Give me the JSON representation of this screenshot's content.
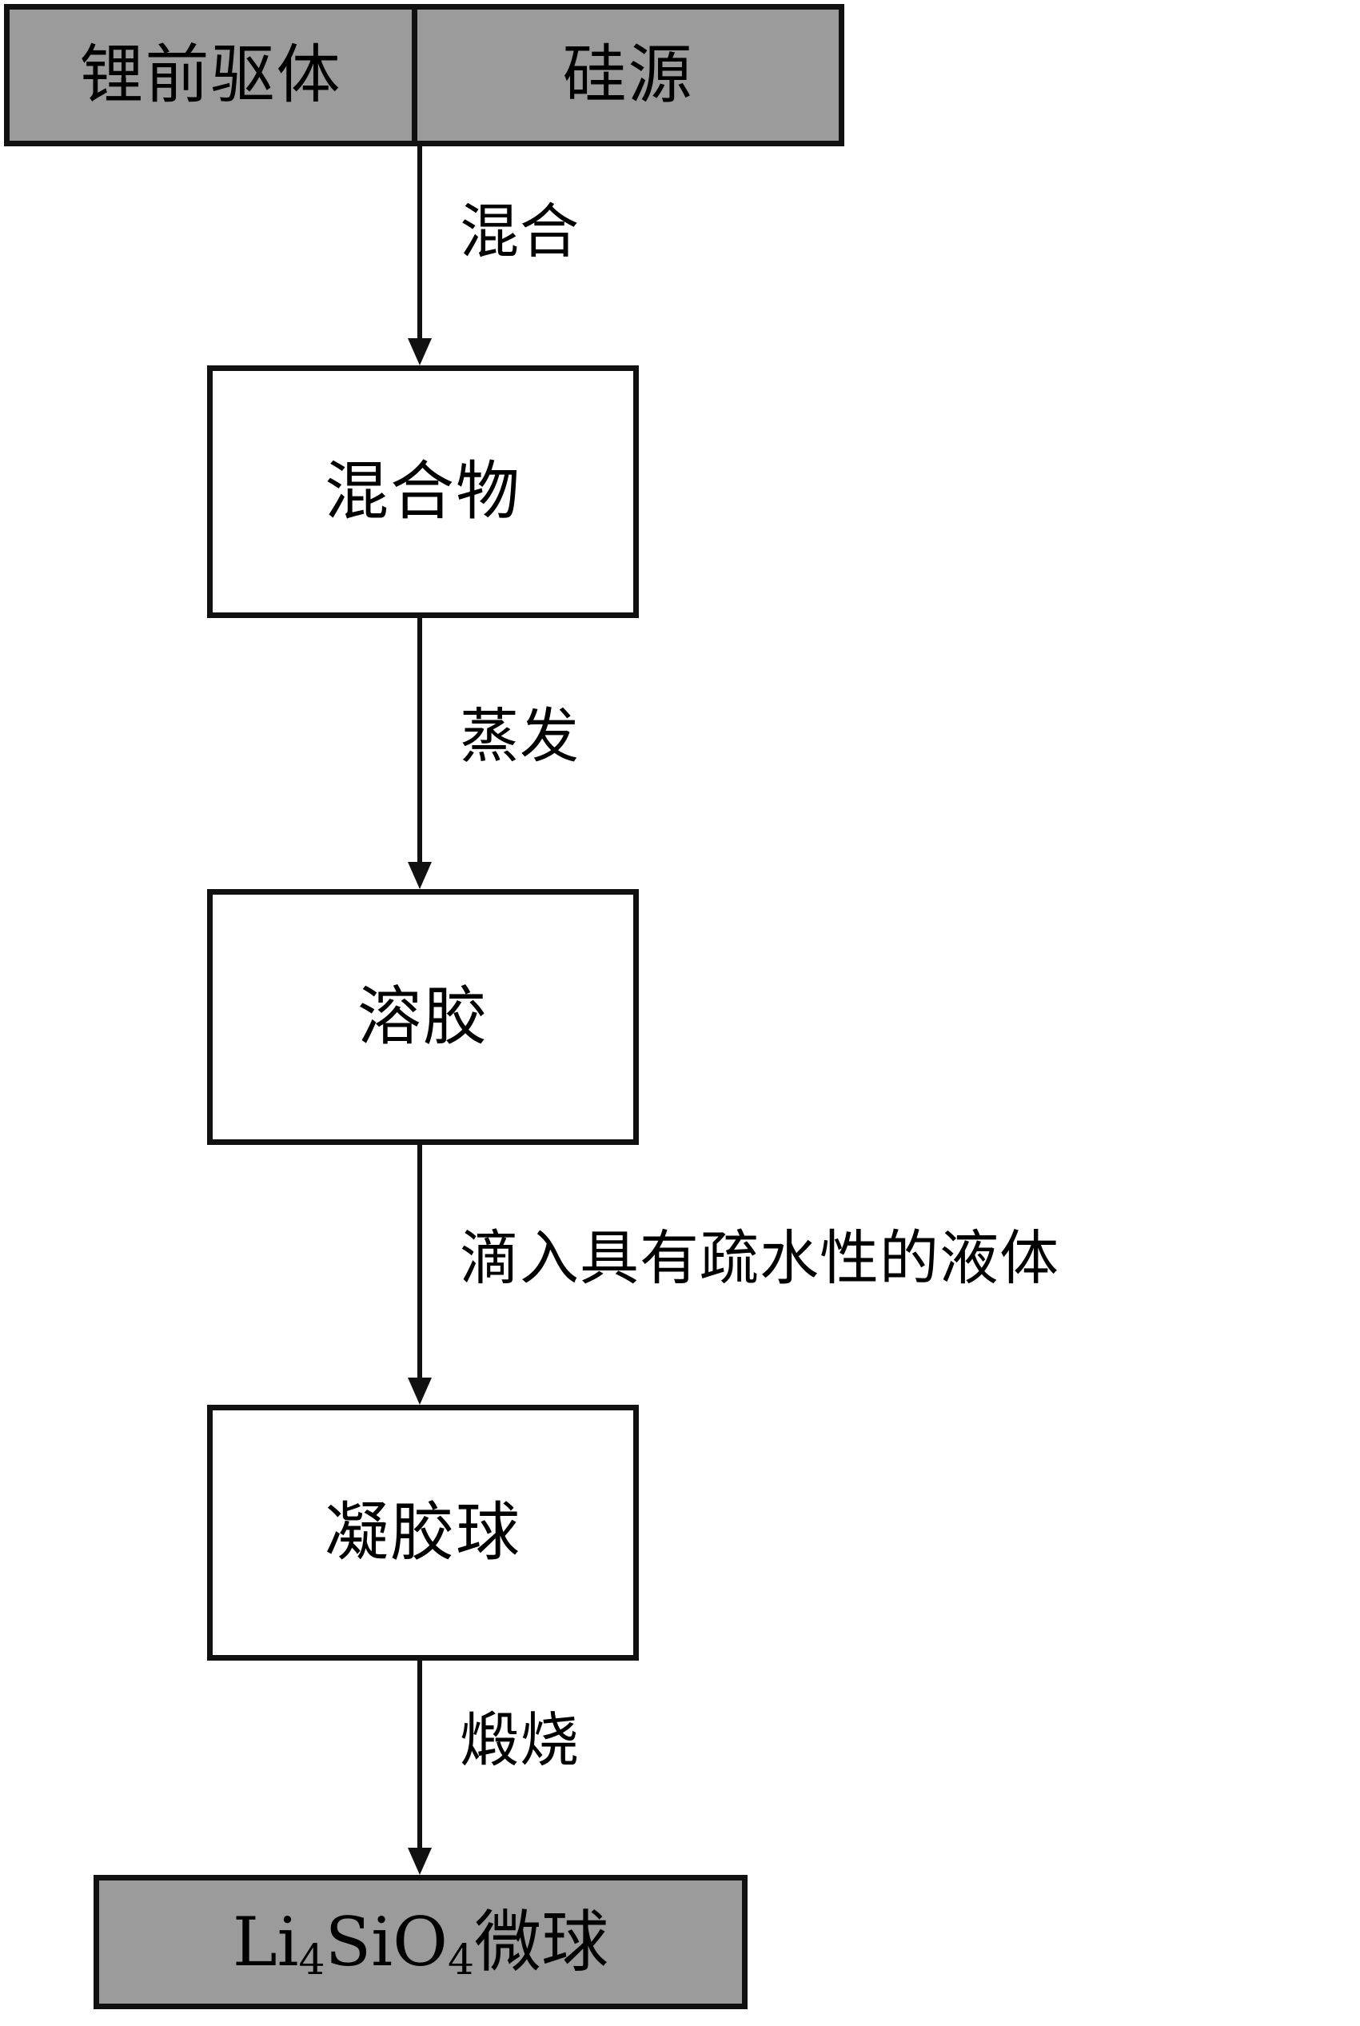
{
  "diagram": {
    "title": "Li4SiO4 microsphere preparation flow chart",
    "orientation": "top-to-bottom",
    "colors": {
      "shaded_fill": "#9b9b9b",
      "plain_fill": "#ffffff",
      "stroke": "#111111",
      "text": "#000000"
    },
    "inputs": [
      {
        "id": "lithium-precursor",
        "label": "锂前驱体",
        "shaded": true
      },
      {
        "id": "silicon-source",
        "label": "硅源",
        "shaded": true
      }
    ],
    "nodes": [
      {
        "id": "mixture",
        "label": "混合物",
        "shaded": false
      },
      {
        "id": "sol",
        "label": "溶胶",
        "shaded": false
      },
      {
        "id": "gel-sphere",
        "label": "凝胶球",
        "shaded": false
      },
      {
        "id": "product",
        "label_html": "Li<sub>4</sub>SiO<sub>4</sub>微球",
        "label": "Li4SiO4微球",
        "shaded": true
      }
    ],
    "edges": [
      {
        "id": "edge-mix",
        "from": "inputs",
        "to": "mixture",
        "label": "混合"
      },
      {
        "id": "edge-evaporate",
        "from": "mixture",
        "to": "sol",
        "label": "蒸发"
      },
      {
        "id": "edge-drip",
        "from": "sol",
        "to": "gel-sphere",
        "label": "滴入具有疏水性的液体"
      },
      {
        "id": "edge-calcine",
        "from": "gel-sphere",
        "to": "product",
        "label": "煅烧"
      }
    ]
  }
}
